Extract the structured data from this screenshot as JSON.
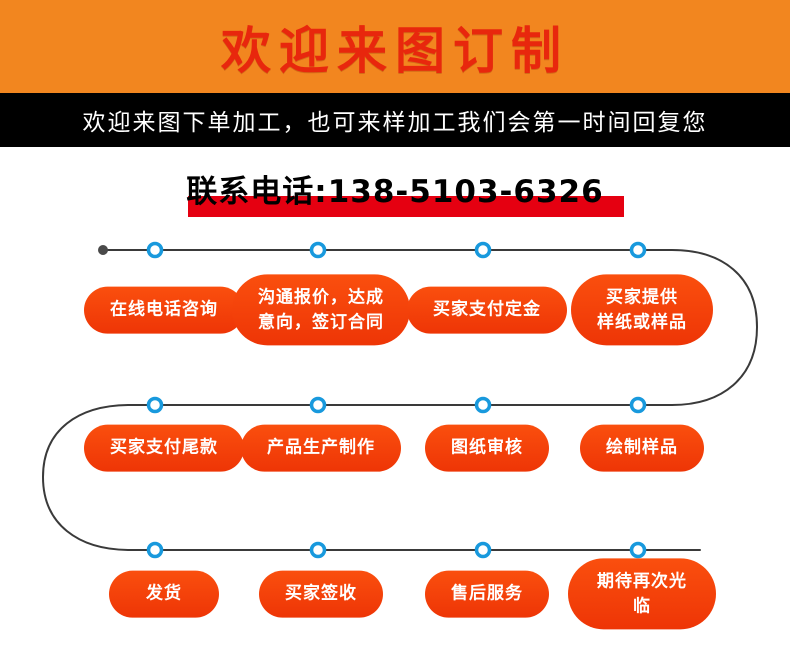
{
  "banner": {
    "title": "欢迎来图订制",
    "bg_color": "#f2861f",
    "title_color": "#e8270d"
  },
  "subbanner": {
    "text": "欢迎来图下单加工，也可来样加工我们会第一时间回复您",
    "bg_color": "#000000",
    "text_color": "#ffffff"
  },
  "contact": {
    "label": "联系电话:138-5103-6326",
    "highlight_color": "#e50011"
  },
  "flow": {
    "line_color": "#3a3a3a",
    "node_color": "#1899dd",
    "pill_color": "#f23f0c",
    "rows": [
      {
        "steps": [
          {
            "label": "在线电话咨询"
          },
          {
            "label": "沟通报价，达成\n意向，签订合同"
          },
          {
            "label": "买家支付定金"
          },
          {
            "label": "买家提供\n样纸或样品"
          }
        ]
      },
      {
        "steps": [
          {
            "label": "买家支付尾款"
          },
          {
            "label": "产品生产制作"
          },
          {
            "label": "图纸审核"
          },
          {
            "label": "绘制样品"
          }
        ]
      },
      {
        "steps": [
          {
            "label": "发货"
          },
          {
            "label": "买家签收"
          },
          {
            "label": "售后服务"
          },
          {
            "label": "期待再次光临"
          }
        ]
      }
    ]
  }
}
